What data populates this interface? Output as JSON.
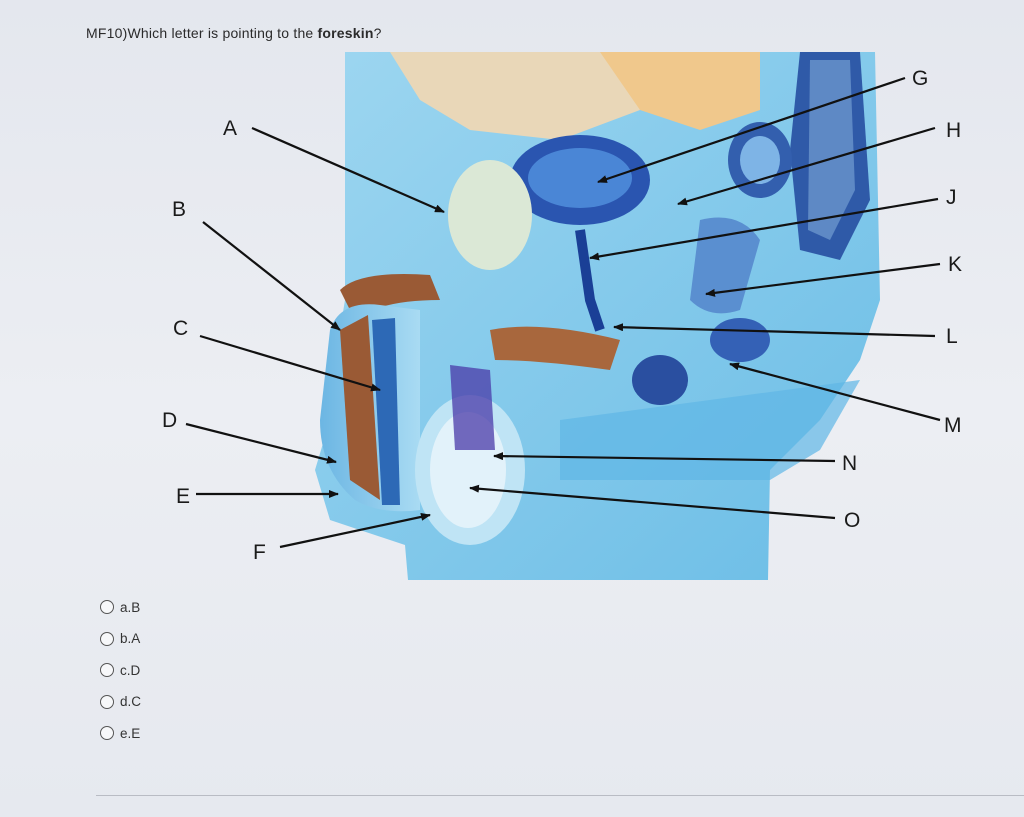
{
  "question": {
    "prefix": "MF10)",
    "text": "Which letter is pointing to the ",
    "keyword": "foreskin",
    "suffix": "?"
  },
  "diagram_labels": {
    "A": "A",
    "B": "B",
    "C": "C",
    "D": "D",
    "E": "E",
    "F": "F",
    "G": "G",
    "H": "H",
    "J": "J",
    "K": "K",
    "L": "L",
    "M": "M",
    "N": "N",
    "O": "O"
  },
  "choices": [
    {
      "letter": "a.",
      "answer": "B",
      "selected": false
    },
    {
      "letter": "b.",
      "answer": "A",
      "selected": false
    },
    {
      "letter": "c.",
      "answer": "D",
      "selected": false
    },
    {
      "letter": "d.",
      "answer": "C",
      "selected": false
    },
    {
      "letter": "e.",
      "answer": "E",
      "selected": false
    }
  ],
  "colors": {
    "model_light_blue": "#8fd0ec",
    "model_mid_blue": "#4aa7df",
    "model_dark_blue": "#1f4fa8",
    "tissue_brown": "#9a5a35",
    "arrow": "#111111"
  }
}
